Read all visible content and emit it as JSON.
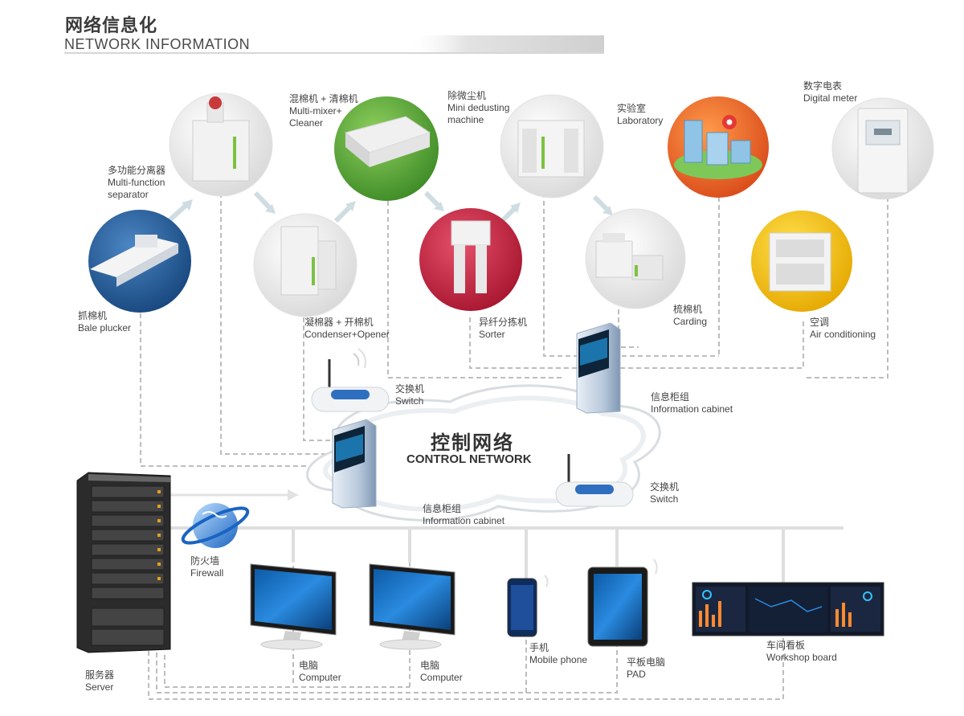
{
  "header": {
    "title_zh": "网络信息化",
    "title_en": "NETWORK INFORMATION"
  },
  "network": {
    "name_zh": "控制网络",
    "name_en": "CONTROL NETWORK"
  },
  "nodes": {
    "bale_plucker": {
      "zh": "抓棉机",
      "en": "Bale plucker"
    },
    "multi_function": {
      "zh": "多功能分离器",
      "en1": "Multi-function",
      "en2": "separator"
    },
    "condenser_opener": {
      "zh": "凝棉器 + 开棉机",
      "en": "Condenser+Opener"
    },
    "multi_mixer": {
      "zh": "混棉机 + 清棉机",
      "en1": "Multi-mixer+",
      "en2": "Cleaner"
    },
    "sorter": {
      "zh": "异纤分拣机",
      "en": "Sorter"
    },
    "mini_dedusting": {
      "zh": "除微尘机",
      "en1": "Mini dedusting",
      "en2": "machine"
    },
    "carding": {
      "zh": "梳棉机",
      "en": "Carding"
    },
    "laboratory": {
      "zh": "实验室",
      "en": "Laboratory"
    },
    "air_conditioning": {
      "zh": "空调",
      "en": "Air conditioning"
    },
    "digital_meter": {
      "zh": "数字电表",
      "en": "Digital meter"
    }
  },
  "infrastructure": {
    "switch_left": {
      "zh": "交换机",
      "en": "Switch"
    },
    "switch_right": {
      "zh": "交换机",
      "en": "Switch"
    },
    "cabinet_top": {
      "zh": "信息柜组",
      "en": "Information cabinet"
    },
    "cabinet_left": {
      "zh": "信息柜组",
      "en": "Information cabinet"
    },
    "firewall": {
      "zh": "防火墙",
      "en": "Firewall"
    },
    "server": {
      "zh": "服务器",
      "en": "Server"
    }
  },
  "terminals": {
    "computer_1": {
      "zh": "电脑",
      "en": "Computer"
    },
    "computer_2": {
      "zh": "电脑",
      "en": "Computer"
    },
    "mobile_phone": {
      "zh": "手机",
      "en": "Mobile phone"
    },
    "pad": {
      "zh": "平板电脑",
      "en": "PAD"
    },
    "workshop_board": {
      "zh": "车间看板",
      "en": "Workshop board"
    }
  },
  "colors": {
    "bale_plucker": "#1f5e9e",
    "multi_mixer": "#5aa83a",
    "sorter": "#c8213d",
    "laboratory": "#e8622a",
    "air_conditioning": "#f2c40f",
    "gray_node": "#e6e6e6",
    "link": "#bdbdbd",
    "arrow": "#cfdde3"
  }
}
